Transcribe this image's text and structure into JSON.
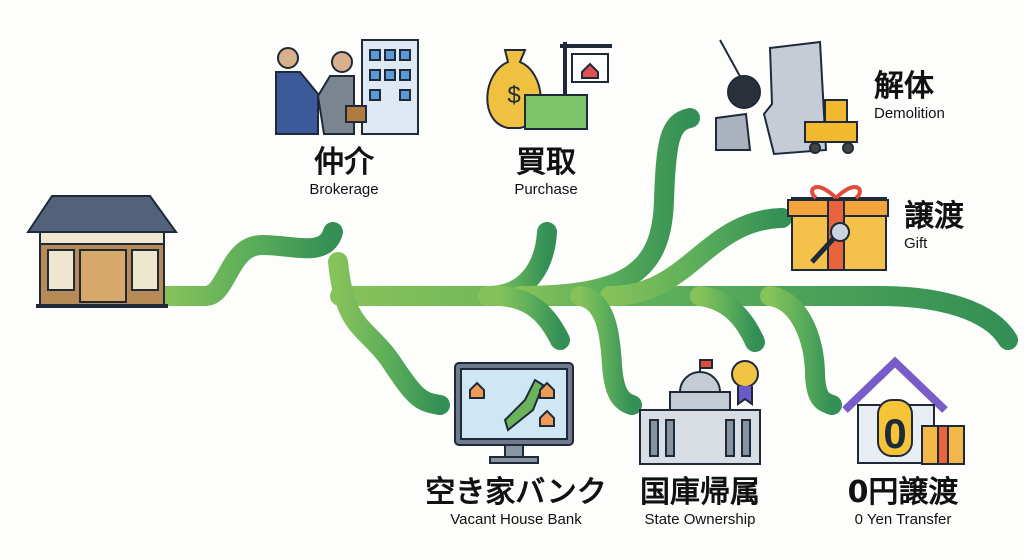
{
  "title": "Vacant house disposal options",
  "options": [
    {
      "jp": "仲介",
      "en": "Brokerage"
    },
    {
      "jp": "買取",
      "en": "Purchase"
    },
    {
      "jp": "解体",
      "en": "Demolition"
    },
    {
      "jp": "譲渡",
      "en": "Gift"
    },
    {
      "jp": "空き家バンク",
      "en": "Vacant House Bank"
    },
    {
      "jp": "国庫帰属",
      "en": "State Ownership"
    },
    {
      "jp": "0円譲渡",
      "en": "0 Yen Transfer"
    }
  ],
  "icons": {
    "house": "traditional-japanese-house-icon",
    "brokerage": "handshake-building-icon",
    "purchase": "money-bag-sign-icon",
    "demolition": "wrecking-ball-icon",
    "gift": "gift-box-key-icon",
    "bank": "monitor-map-icon",
    "state": "government-building-icon",
    "zero": "zero-yen-house-icon"
  },
  "zero_sign": "0",
  "money_sign": "$",
  "colors": {
    "light_green": "#7dbd5a",
    "mid_green": "#5aaa5a",
    "dark_green": "#3a9457"
  }
}
